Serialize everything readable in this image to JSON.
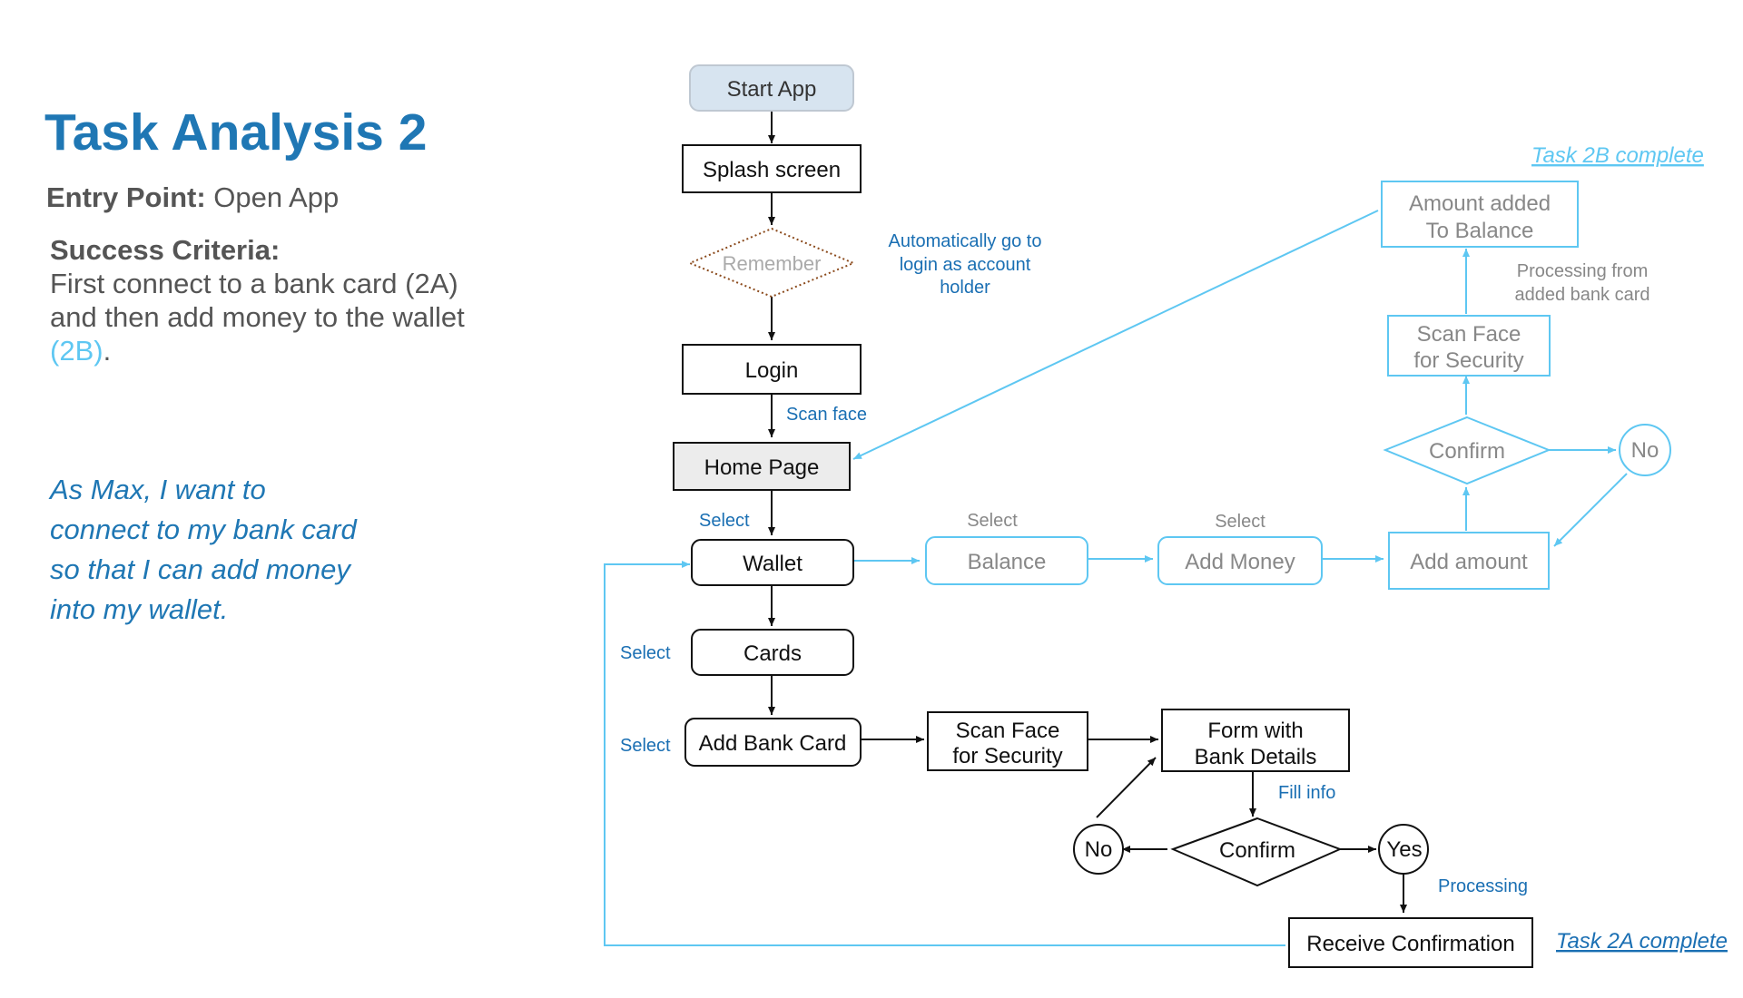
{
  "header": {
    "title": "Task Analysis 2",
    "entry_label": "Entry Point:",
    "entry_value": "Open App",
    "success_label": "Success Criteria:",
    "success_text": "First connect to a bank card (2A) and then add money to the wallet",
    "success_highlight": "(2B)",
    "success_end": "."
  },
  "story": {
    "line1": "As Max, I want to",
    "line2": "connect to my bank card",
    "line3": "so that I can add money",
    "line4": "into my wallet."
  },
  "nodes": {
    "start_app": "Start App",
    "splash": "Splash screen",
    "remember": "Remember",
    "login": "Login",
    "home": "Home Page",
    "wallet": "Wallet",
    "cards": "Cards",
    "add_bank_card": "Add Bank Card",
    "scan_face_a_1": "Scan Face",
    "scan_face_a_2": "for Security",
    "form_1": "Form with",
    "form_2": "Bank Details",
    "confirm_a": "Confirm",
    "no_a": "No",
    "yes_a": "Yes",
    "receive": "Receive Confirmation",
    "balance": "Balance",
    "add_money": "Add Money",
    "add_amount": "Add amount",
    "confirm_b": "Confirm",
    "no_b": "No",
    "scan_face_b_1": "Scan Face",
    "scan_face_b_2": "for Security",
    "amount_added_1": "Amount added",
    "amount_added_2": "To Balance"
  },
  "edge_labels": {
    "auto_1": "Automatically go to",
    "auto_2": "login as account",
    "auto_3": "holder",
    "scan_face": "Scan face",
    "select_wallet": "Select",
    "select_cards": "Select",
    "select_add_card": "Select",
    "select_balance": "Select",
    "select_add_money": "Select",
    "fill_info": "Fill info",
    "processing": "Processing",
    "processing_from_1": "Processing from",
    "processing_from_2": "added bank card",
    "task_2a": "Task 2A complete",
    "task_2b": "Task 2B complete"
  },
  "colors": {
    "title_blue": "#1f77b4",
    "label_blue": "#1a6fb3",
    "light_blue": "#5ec7f2",
    "gray_text": "#888888",
    "start_fill": "#d7e4f0",
    "home_fill": "#ececec",
    "remember_border": "#8b4a1c"
  }
}
